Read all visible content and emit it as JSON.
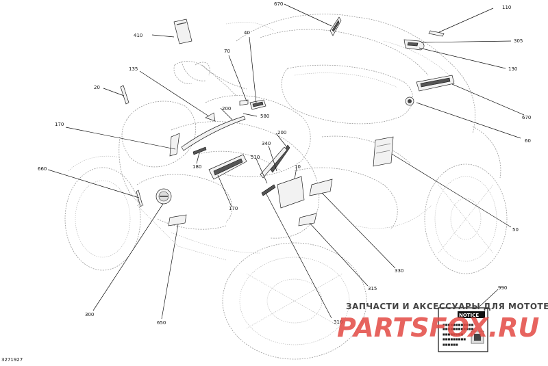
{
  "diagram_id": "3271927",
  "callouts": [
    {
      "key": "c670a",
      "text": "670"
    },
    {
      "key": "c110",
      "text": "110"
    },
    {
      "key": "c410",
      "text": "410"
    },
    {
      "key": "c40",
      "text": "40"
    },
    {
      "key": "c305",
      "text": "305"
    },
    {
      "key": "c70",
      "text": "70"
    },
    {
      "key": "c130",
      "text": "130"
    },
    {
      "key": "c135",
      "text": "135"
    },
    {
      "key": "c20",
      "text": "20"
    },
    {
      "key": "c670b",
      "text": "670"
    },
    {
      "key": "c200a",
      "text": "200"
    },
    {
      "key": "c580",
      "text": "580"
    },
    {
      "key": "c170a",
      "text": "170"
    },
    {
      "key": "c200b",
      "text": "200"
    },
    {
      "key": "c60",
      "text": "60"
    },
    {
      "key": "c340",
      "text": "340"
    },
    {
      "key": "c180",
      "text": "180"
    },
    {
      "key": "c510",
      "text": "510"
    },
    {
      "key": "c10",
      "text": "10"
    },
    {
      "key": "c660",
      "text": "660"
    },
    {
      "key": "c170b",
      "text": "170"
    },
    {
      "key": "c50",
      "text": "50"
    },
    {
      "key": "c330",
      "text": "330"
    },
    {
      "key": "c315",
      "text": "315"
    },
    {
      "key": "c990",
      "text": "990"
    },
    {
      "key": "c300",
      "text": "300"
    },
    {
      "key": "c310",
      "text": "310"
    },
    {
      "key": "c650",
      "text": "650"
    }
  ],
  "notice_label": {
    "title": "NOTICE",
    "lines": [
      "■■■■■■■■■■■■",
      "■■■■■■■■■■■■",
      "■■■■■■■■",
      "■■■■■■■■■",
      "■■■■■■"
    ]
  },
  "watermark": {
    "line1": "ЗАПЧАСТИ И АКСЕССУАРЫ ДЛЯ МОТОТЕХНИКИ",
    "line2": "PARTSFOX.RU"
  },
  "colors": {
    "watermark_red": "#e34a44",
    "linework": "#9a9a9a"
  }
}
